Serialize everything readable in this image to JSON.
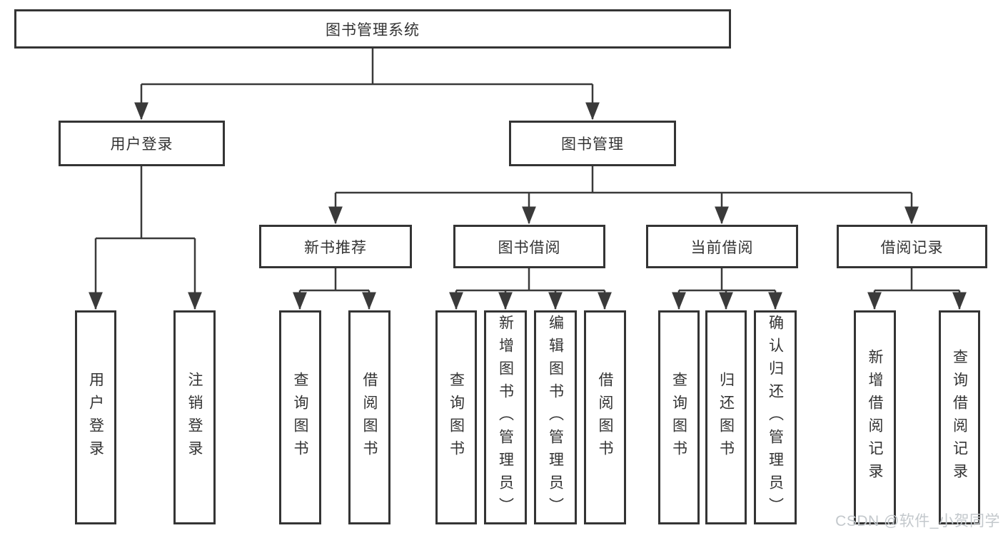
{
  "diagram_type": "hierarchy-diagram",
  "tree": {
    "label": "图书管理系统",
    "children": [
      {
        "label": "用户登录",
        "children": [
          {
            "label": "用户登录"
          },
          {
            "label": "注销登录"
          }
        ]
      },
      {
        "label": "图书管理",
        "children": [
          {
            "label": "新书推荐",
            "children": [
              {
                "label": "查询图书"
              },
              {
                "label": "借阅图书"
              }
            ]
          },
          {
            "label": "图书借阅",
            "children": [
              {
                "label": "查询图书"
              },
              {
                "label": "新增图书（管理员）"
              },
              {
                "label": "编辑图书（管理员）"
              },
              {
                "label": "借阅图书"
              }
            ]
          },
          {
            "label": "当前借阅",
            "children": [
              {
                "label": "查询图书"
              },
              {
                "label": "归还图书"
              },
              {
                "label": "确认归还（管理员）"
              }
            ]
          },
          {
            "label": "借阅记录",
            "children": [
              {
                "label": "新增借阅记录"
              },
              {
                "label": "查询借阅记录"
              }
            ]
          }
        ]
      }
    ]
  },
  "watermark": "CSDN @软件_小贺同学",
  "colors": {
    "line": "#3a3a3a",
    "box_border": "#343434",
    "text": "#333333",
    "watermark": "#c3c8cc",
    "background": "#ffffff"
  }
}
